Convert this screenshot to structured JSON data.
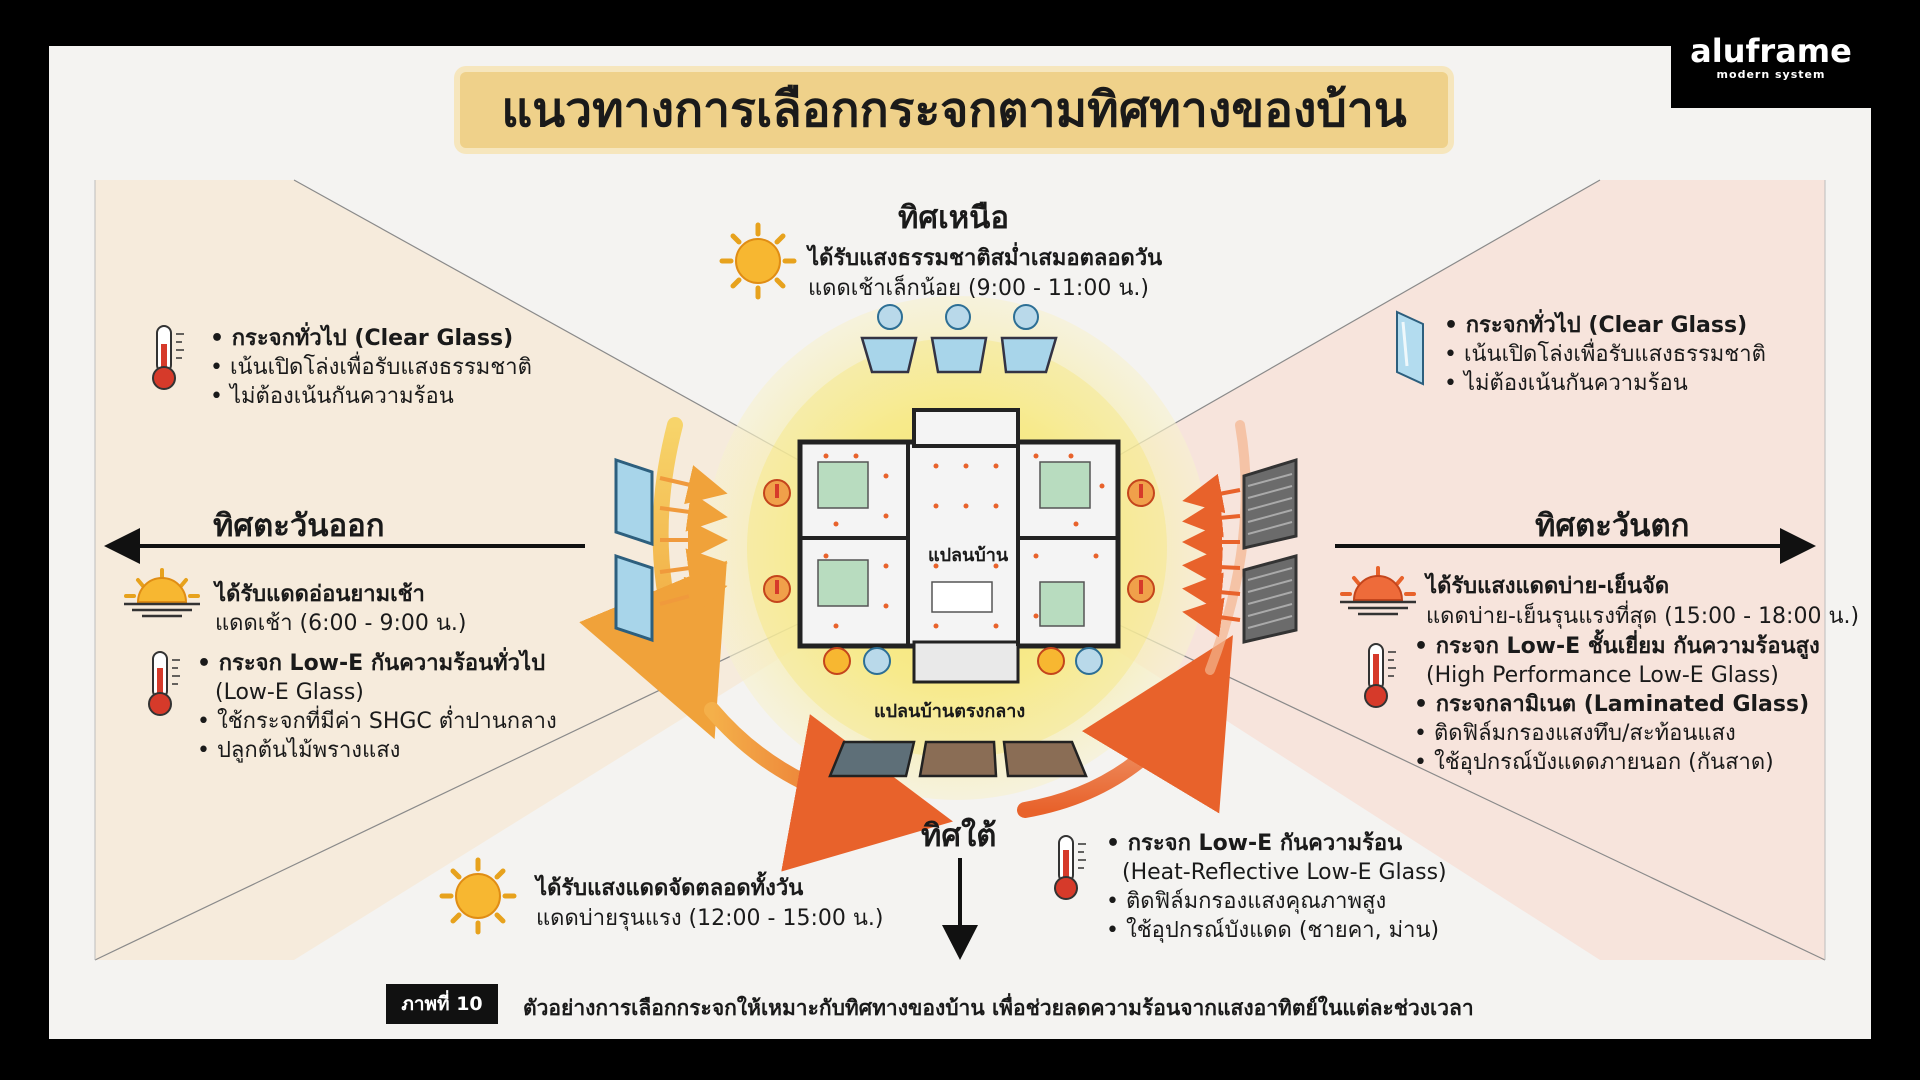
{
  "title": "แนวทางการเลือกกระจกตามทิศทางของบ้าน",
  "logo": {
    "name": "aluframe",
    "tagline": "modern system"
  },
  "north": {
    "label": "ทิศเหนือ",
    "heading": "ได้รับแสงธรรมชาติสม่ำเสมอตลอดวัน",
    "time": "แดดเช้าเล็กน้อย (9:00 - 11:00 น.)"
  },
  "north_west_panel": {
    "items": [
      "• กระจกทั่วไป (Clear Glass)",
      "• เน้นเปิดโล่งเพื่อรับแสงธรรมชาติ",
      "• ไม่ต้องเน้นกันความร้อน"
    ]
  },
  "north_east_panel": {
    "items": [
      "• กระจกทั่วไป (Clear Glass)",
      "• เน้นเปิดโล่งเพื่อรับแสงธรรมชาติ",
      "• ไม่ต้องเน้นกันความร้อน"
    ]
  },
  "east": {
    "label": "ทิศตะวันออก",
    "heading": "ได้รับแดดอ่อนยามเช้า",
    "time": "แดดเช้า (6:00 - 9:00 น.)",
    "items": [
      "• กระจก Low-E กันความร้อนทั่วไป",
      "(Low-E Glass)",
      "• ใช้กระจกที่มีค่า SHGC ต่ำปานกลาง",
      "• ปลูกต้นไม้พรางแสง"
    ]
  },
  "west": {
    "label": "ทิศตะวันตก",
    "heading": "ได้รับแสงแดดบ่าย-เย็นจัด",
    "time": "แดดบ่าย-เย็นรุนแรงที่สุด (15:00 - 18:00 น.)",
    "items": [
      "• กระจก Low-E ชั้นเยี่ยม กันความร้อนสูง",
      "(High Performance Low-E Glass)",
      "• กระจกลามิเนต (Laminated Glass)",
      "• ติดฟิล์มกรองแสงทึบ/สะท้อนแสง",
      "• ใช้อุปกรณ์บังแดดภายนอก (กันสาด)"
    ]
  },
  "south": {
    "label": "ทิศใต้",
    "heading": "ได้รับแสงแดดจัดตลอดทั้งวัน",
    "time": "แดดบ่ายรุนแรง (12:00 - 15:00 น.)",
    "items": [
      "• กระจก Low-E กันความร้อน",
      "(Heat-Reflective Low-E Glass)",
      "• ติดฟิล์มกรองแสงคุณภาพสูง",
      "• ใช้อุปกรณ์บังแดด (ชายคา, ม่าน)"
    ]
  },
  "plan": {
    "inner_label": "แปลนบ้าน",
    "caption": "แปลนบ้านตรงกลาง"
  },
  "figure": {
    "tag": "ภาพที่ 10",
    "caption": "ตัวอย่างการเลือกกระจกให้เหมาะกับทิศทางของบ้าน เพื่อช่วยลดความร้อนจากแสงอาทิตย์ในแต่ละช่วงเวลา"
  },
  "colors": {
    "title_bg": "#efd18a",
    "warm_orange": "#e8622b",
    "light_yellow": "#f7ef9c",
    "thermo_red": "#d63a2a"
  }
}
